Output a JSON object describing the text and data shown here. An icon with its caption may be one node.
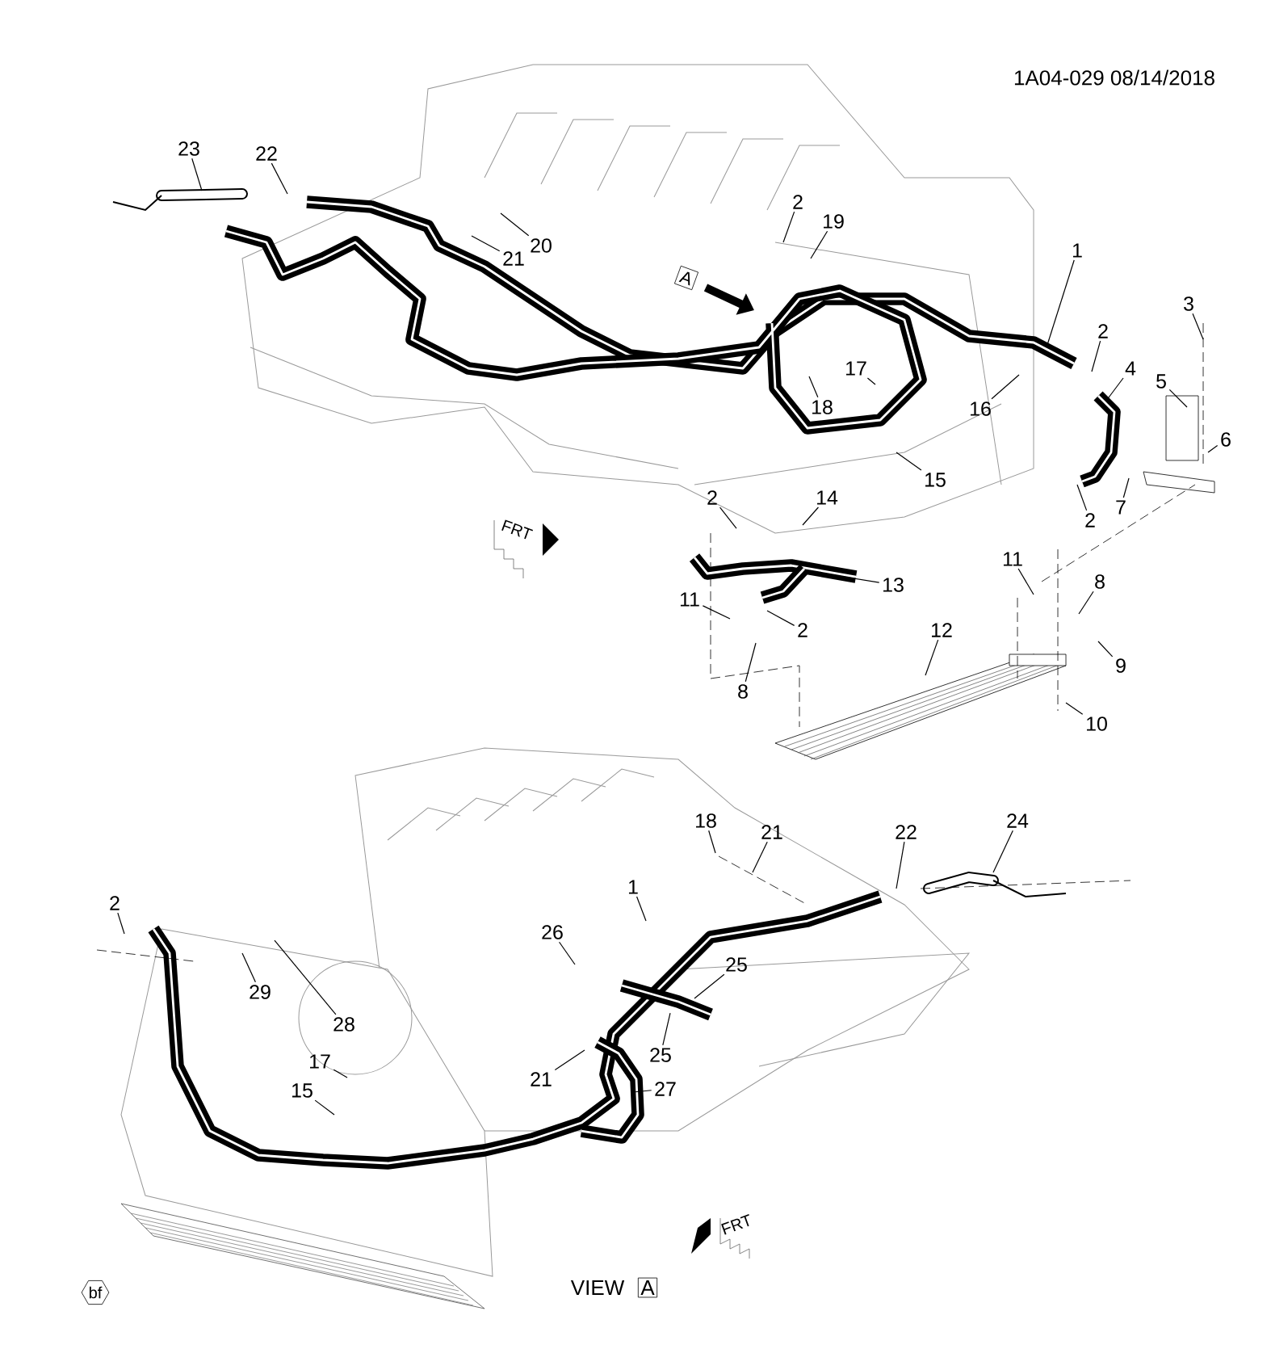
{
  "diagram": {
    "nodes": [
      {
        "text": [
          "23"
        ]
      },
      {
        "text": [
          "22"
        ]
      },
      {
        "text": [
          "20"
        ]
      },
      {
        "text": [
          "21"
        ]
      },
      {
        "text": [
          "2"
        ]
      },
      {
        "text": [
          "19"
        ]
      },
      {
        "text": [
          "1"
        ]
      },
      {
        "text": [
          "3"
        ]
      },
      {
        "text": [
          "2"
        ]
      },
      {
        "text": [
          "4"
        ]
      },
      {
        "text": [
          "5"
        ]
      },
      {
        "text": [
          "6"
        ]
      },
      {
        "text": [
          "7"
        ]
      },
      {
        "text": [
          "16"
        ]
      },
      {
        "text": [
          "17"
        ]
      },
      {
        "text": [
          "18"
        ]
      },
      {
        "text": [
          "15"
        ]
      },
      {
        "text": [
          "14"
        ]
      },
      {
        "text": [
          "2"
        ]
      },
      {
        "text": [
          "2"
        ]
      },
      {
        "text": [
          "13"
        ]
      },
      {
        "text": [
          "11"
        ]
      },
      {
        "text": [
          "2"
        ]
      },
      {
        "text": [
          "8"
        ]
      },
      {
        "text": [
          "11"
        ]
      },
      {
        "text": [
          "8"
        ]
      },
      {
        "text": [
          "12"
        ]
      },
      {
        "text": [
          "9"
        ]
      },
      {
        "text": [
          "10"
        ]
      },
      {
        "text": [
          "2"
        ]
      },
      {
        "text": [
          "29"
        ]
      },
      {
        "text": [
          "28"
        ]
      },
      {
        "text": [
          "17"
        ]
      },
      {
        "text": [
          "15"
        ]
      },
      {
        "text": [
          "1"
        ]
      },
      {
        "text": [
          "26"
        ]
      },
      {
        "text": [
          "21"
        ]
      },
      {
        "text": [
          "25"
        ]
      },
      {
        "text": [
          "25"
        ]
      },
      {
        "text": [
          "27"
        ]
      },
      {
        "text": [
          "18"
        ]
      },
      {
        "text": [
          "21"
        ]
      },
      {
        "text": [
          "22"
        ]
      },
      {
        "text": [
          "24"
        ]
      }
    ],
    "edges": [
      {
        "from": 0,
        "to": null,
        "arrow": "none"
      },
      {
        "from": 1,
        "to": null,
        "arrow": "none"
      },
      {
        "from": 2,
        "to": null,
        "arrow": "none"
      },
      {
        "from": 3,
        "to": null,
        "arrow": "none"
      },
      {
        "from": 4,
        "to": null,
        "arrow": "none"
      },
      {
        "from": 5,
        "to": null,
        "arrow": "none"
      },
      {
        "from": 6,
        "to": null,
        "arrow": "none"
      },
      {
        "from": 7,
        "to": null,
        "arrow": "none"
      },
      {
        "from": 8,
        "to": null,
        "arrow": "none"
      },
      {
        "from": 9,
        "to": null,
        "arrow": "none"
      },
      {
        "from": 10,
        "to": null,
        "arrow": "none"
      },
      {
        "from": 11,
        "to": null,
        "arrow": "none"
      },
      {
        "from": 12,
        "to": null,
        "arrow": "none"
      },
      {
        "from": 13,
        "to": null,
        "arrow": "none"
      },
      {
        "from": 14,
        "to": null,
        "arrow": "none"
      },
      {
        "from": 15,
        "to": null,
        "arrow": "none"
      },
      {
        "from": 16,
        "to": null,
        "arrow": "none"
      },
      {
        "from": 17,
        "to": null,
        "arrow": "none"
      },
      {
        "from": 18,
        "to": null,
        "arrow": "none"
      },
      {
        "from": 19,
        "to": null,
        "arrow": "none"
      },
      {
        "from": 20,
        "to": null,
        "arrow": "none"
      },
      {
        "from": 21,
        "to": null,
        "arrow": "none"
      },
      {
        "from": 22,
        "to": null,
        "arrow": "none"
      },
      {
        "from": 23,
        "to": null,
        "arrow": "none"
      },
      {
        "from": 24,
        "to": null,
        "arrow": "none"
      },
      {
        "from": 25,
        "to": null,
        "arrow": "none"
      },
      {
        "from": 26,
        "to": null,
        "arrow": "none"
      },
      {
        "from": 27,
        "to": null,
        "arrow": "none"
      },
      {
        "from": 28,
        "to": null,
        "arrow": "none"
      },
      {
        "from": 29,
        "to": null,
        "arrow": "none"
      },
      {
        "from": 30,
        "to": null,
        "arrow": "none"
      },
      {
        "from": 31,
        "to": null,
        "arrow": "none"
      },
      {
        "from": 32,
        "to": null,
        "arrow": "none"
      },
      {
        "from": 33,
        "to": null,
        "arrow": "none"
      },
      {
        "from": 34,
        "to": null,
        "arrow": "none"
      },
      {
        "from": 35,
        "to": null,
        "arrow": "none"
      },
      {
        "from": 36,
        "to": null,
        "arrow": "none"
      },
      {
        "from": 37,
        "to": null,
        "arrow": "none"
      },
      {
        "from": 38,
        "to": null,
        "arrow": "none"
      },
      {
        "from": 39,
        "to": null,
        "arrow": "none"
      },
      {
        "from": 40,
        "to": null,
        "arrow": "none"
      },
      {
        "from": 41,
        "to": null,
        "arrow": "none"
      },
      {
        "from": 42,
        "to": null,
        "arrow": "none"
      },
      {
        "from": 43,
        "to": null,
        "arrow": "none"
      }
    ],
    "labels": [
      "1A04-029 08/14/2018",
      "A",
      "FRT",
      "FRT",
      "bf",
      "VIEW",
      "A"
    ]
  }
}
